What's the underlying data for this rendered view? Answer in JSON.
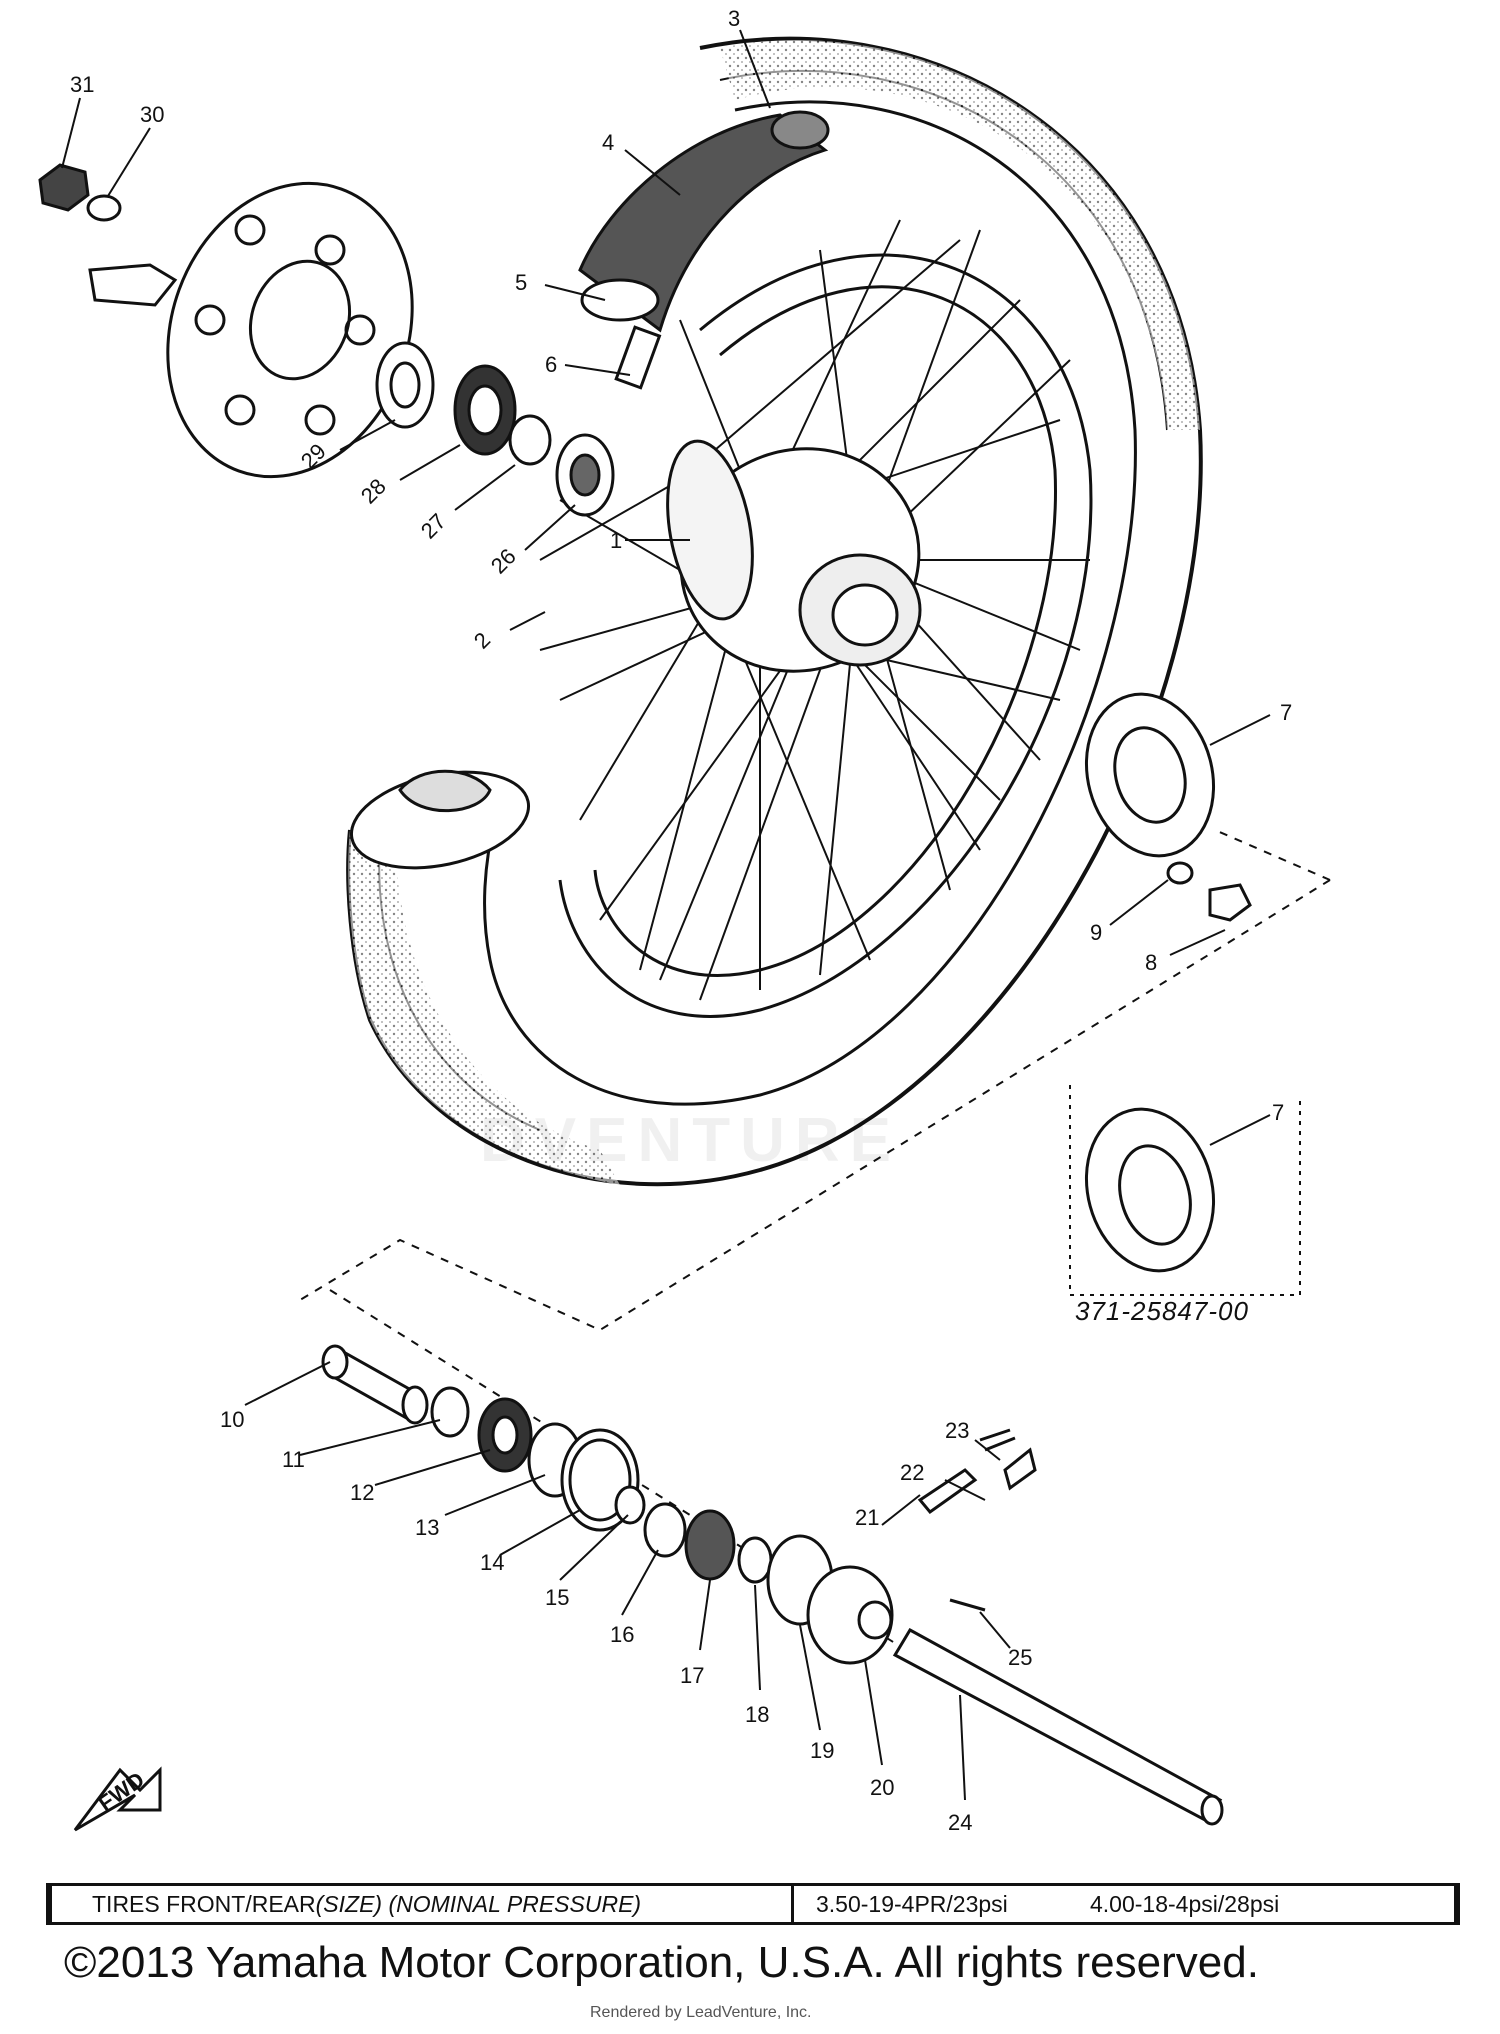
{
  "diagram": {
    "callouts": [
      "31",
      "30",
      "3",
      "4",
      "5",
      "6",
      "29",
      "28",
      "27",
      "26",
      "1",
      "2",
      "7",
      "9",
      "8",
      "7",
      "10",
      "11",
      "12",
      "13",
      "14",
      "15",
      "16",
      "17",
      "18",
      "19",
      "20",
      "21",
      "22",
      "23",
      "24",
      "25"
    ],
    "part_number": "371-25847-00",
    "fwd_label": "FWD"
  },
  "watermark": "DVENTURE",
  "spec_table": {
    "label_plain": "TIRES FRONT/REAR ",
    "label_italic": "(SIZE) (NOMINAL PRESSURE)",
    "front": "3.50-19-4PR/23psi",
    "rear": "4.00-18-4psi/28psi"
  },
  "footer": {
    "copyright": "©2013 Yamaha Motor Corporation, U.S.A. All rights reserved.",
    "rendered_by": "Rendered by LeadVenture, Inc."
  }
}
